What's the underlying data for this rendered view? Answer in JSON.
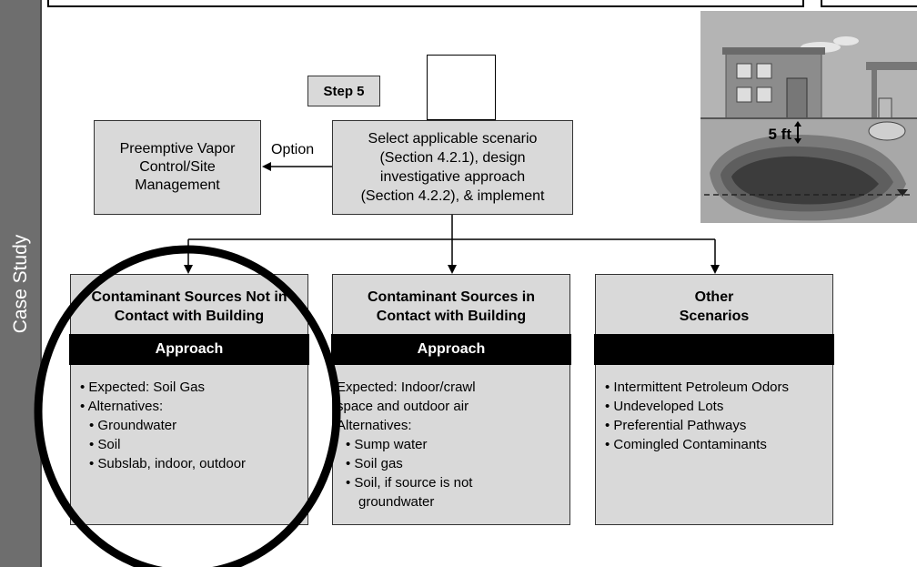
{
  "sidebar": {
    "label": "Case Study"
  },
  "step_label": "Step 5",
  "option_label": "Option",
  "preemptive_box": [
    "Preemptive Vapor",
    "Control/Site",
    "Management"
  ],
  "select_box": [
    "Select applicable scenario",
    "(Section 4.2.1), design",
    "investigative approach",
    "(Section 4.2.2), & implement"
  ],
  "image": {
    "depth_label": "5 ft"
  },
  "columns": [
    {
      "heading": [
        "Contaminant Sources Not in",
        "Contact with Building"
      ],
      "approach": "Approach",
      "lines": [
        "• Expected: Soil Gas",
        "• Alternatives:",
        "• Groundwater",
        "• Soil",
        "• Subslab, indoor, outdoor"
      ]
    },
    {
      "heading": [
        "Contaminant Sources in",
        "Contact with Building"
      ],
      "approach": "Approach",
      "lines": [
        "Expected: Indoor/crawl",
        "space and outdoor air",
        "Alternatives:",
        "• Sump water",
        "• Soil gas",
        "• Soil, if source is not",
        "groundwater"
      ]
    },
    {
      "heading": [
        "Other",
        "Scenarios"
      ],
      "approach": "",
      "lines": [
        "• Intermittent Petroleum Odors",
        "• Undeveloped Lots",
        "• Preferential Pathways",
        "• Comingled Contaminants"
      ]
    }
  ],
  "colors": {
    "box_fill": "#d9d9d9",
    "sidebar": "#6e6e6e",
    "approach_bar": "#000000"
  }
}
